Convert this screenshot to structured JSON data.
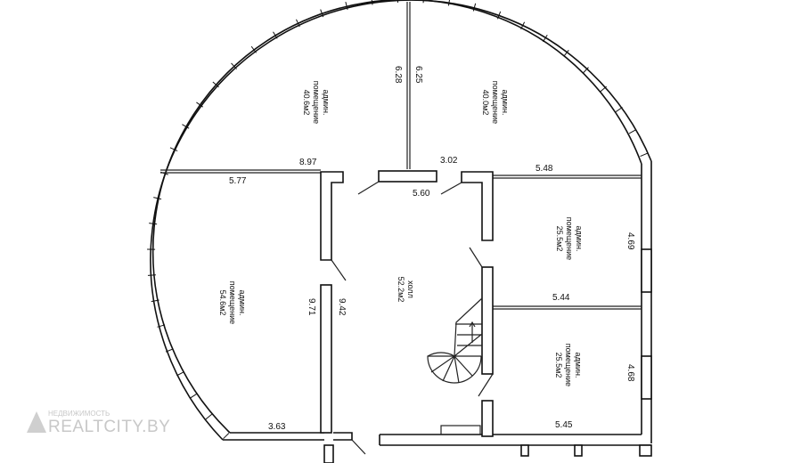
{
  "plan": {
    "rooms": [
      {
        "line1": "админ.",
        "line2": "помещение",
        "line3": "40.6м2"
      },
      {
        "line1": "админ.",
        "line2": "помещение",
        "line3": "40.0м2"
      },
      {
        "line1": "админ.",
        "line2": "помещение",
        "line3": "25.5м2"
      },
      {
        "line1": "админ.",
        "line2": "помещение",
        "line3": "54.6м2"
      },
      {
        "line1": "холл",
        "line2": "52.2м2",
        "line3": ""
      },
      {
        "line1": "админ.",
        "line2": "помещение",
        "line3": "25.5м2"
      }
    ],
    "dimensions": {
      "d1": "6.28",
      "d2": "6.25",
      "d3": "8.97",
      "d4": "3.02",
      "d5": "5.77",
      "d6": "5.60",
      "d7": "5.48",
      "d8": "4.69",
      "d9": "5.44",
      "d10": "9.71",
      "d11": "9.42",
      "d12": "4.68",
      "d13": "3.63",
      "d14": "5.45"
    }
  },
  "watermark": {
    "small": "НЕДВИЖИМОСТЬ",
    "big": "REALTCITY.BY"
  }
}
